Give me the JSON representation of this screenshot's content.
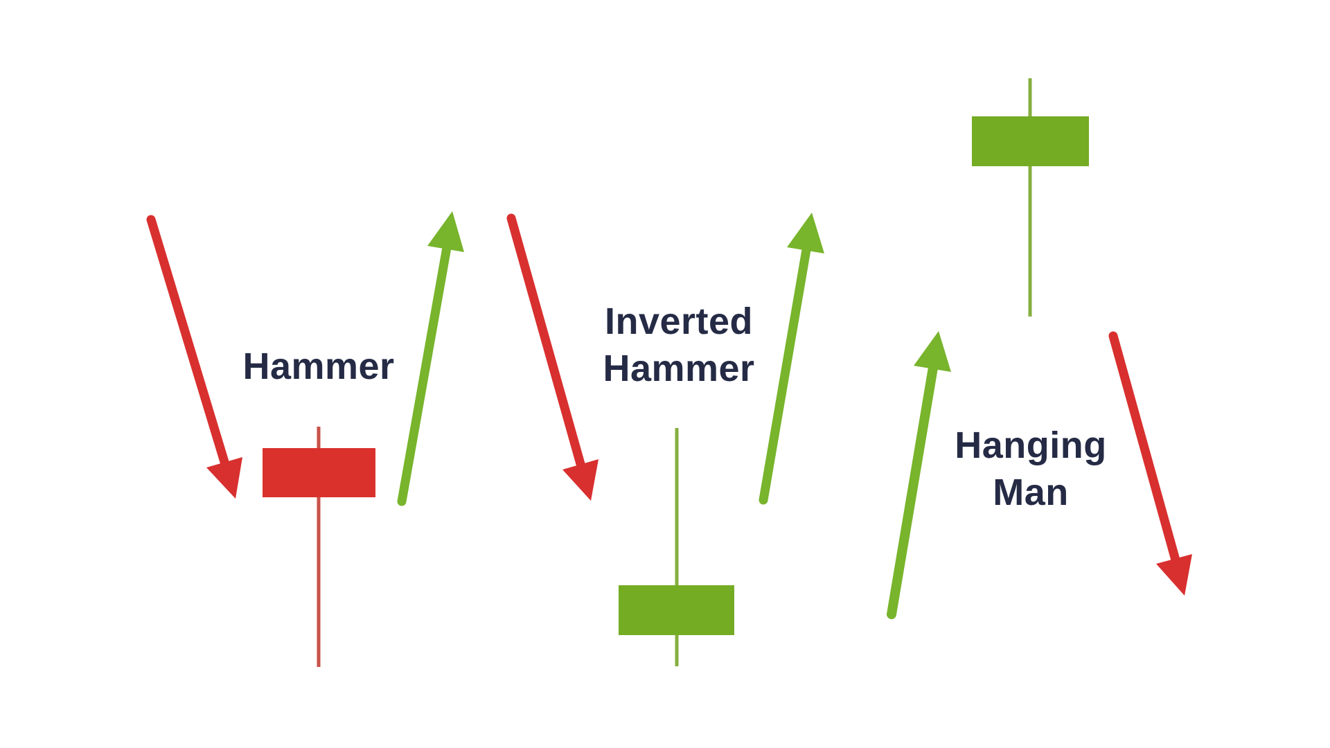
{
  "diagram": {
    "background": "#ffffff",
    "patterns": [
      {
        "id": "hammer",
        "label_lines": [
          "Hammer"
        ],
        "candle": "bearish-red",
        "left_arrow": "downtrend-arrow",
        "right_arrow": "uptrend-arrow"
      },
      {
        "id": "inverted-hammer",
        "label_lines": [
          "Inverted",
          "Hammer"
        ],
        "candle": "bullish-green",
        "left_arrow": "downtrend-arrow",
        "right_arrow": "uptrend-arrow"
      },
      {
        "id": "hanging-man",
        "label_lines": [
          "Hanging",
          "Man"
        ],
        "candle": "bullish-green",
        "left_arrow": "uptrend-arrow",
        "right_arrow": "downtrend-arrow"
      }
    ]
  },
  "colors": {
    "candle_red": "#DA312D",
    "candle_red_wick": "#C75149",
    "candle_green": "#74AC24",
    "candle_green_wick": "#85AF3F",
    "arrow_red": "#D8302F",
    "arrow_green": "#78B42C",
    "label_text": "#252B45"
  }
}
